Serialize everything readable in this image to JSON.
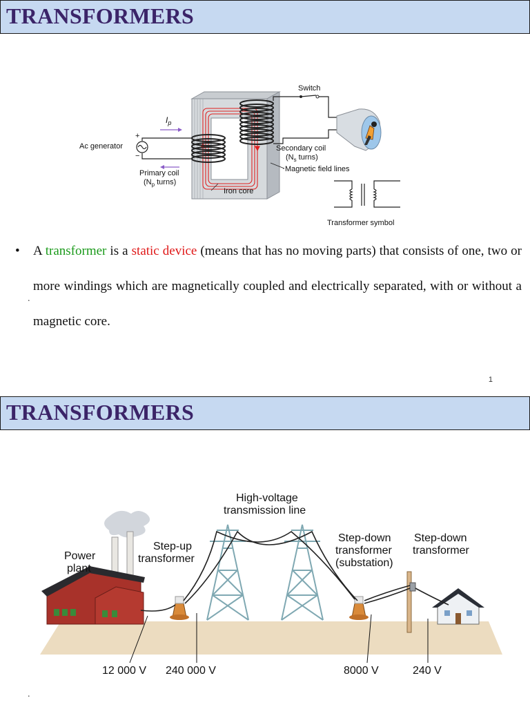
{
  "slide1": {
    "title": "TRANSFORMERS",
    "diagram": {
      "switch_label": "Switch",
      "current_label": "I",
      "current_sub": "p",
      "generator_label": "Ac generator",
      "plus": "+",
      "minus": "−",
      "primary_coil_line1": "Primary coil",
      "primary_coil_line2_pre": "(N",
      "primary_coil_sub": "p",
      "primary_coil_line2_post": " turns)",
      "secondary_coil_line1": "Secondary coil",
      "secondary_coil_line2_pre": "(N",
      "secondary_coil_sub": "s",
      "secondary_coil_line2_post": " turns)",
      "field_lines_label": "Magnetic field lines",
      "iron_core_label": "Iron core",
      "symbol_label": "Transformer symbol"
    },
    "bullet": {
      "symbol": "•",
      "part1": "A ",
      "keyword1": "transformer",
      "part2": " is a ",
      "keyword2": "static device",
      "part3": " (means that has no moving parts) that consists of one, two or more windings which are magnetically coupled and electrically separated, with or without a magnetic core."
    },
    "stray_mark": ".",
    "page_number": "1"
  },
  "slide2": {
    "title": "TRANSFORMERS",
    "diagram": {
      "power_plant_line1": "Power",
      "power_plant_line2": "plant",
      "step_up_line1": "Step-up",
      "step_up_line2": "transformer",
      "hv_line1": "High-voltage",
      "hv_line2": "transmission line",
      "step_down_sub_line1": "Step-down",
      "step_down_sub_line2": "transformer",
      "step_down_sub_line3": "(substation)",
      "step_down_line1": "Step-down",
      "step_down_line2": "transformer",
      "v1": "12 000 V",
      "v2": "240 000 V",
      "v3": "8000 V",
      "v4": "240 V"
    },
    "stray_mark": "."
  },
  "colors": {
    "title_bg": "#c6d9f1",
    "title_text": "#3b2468",
    "keyword_green": "#1a9a1a",
    "keyword_red": "#e01818"
  }
}
